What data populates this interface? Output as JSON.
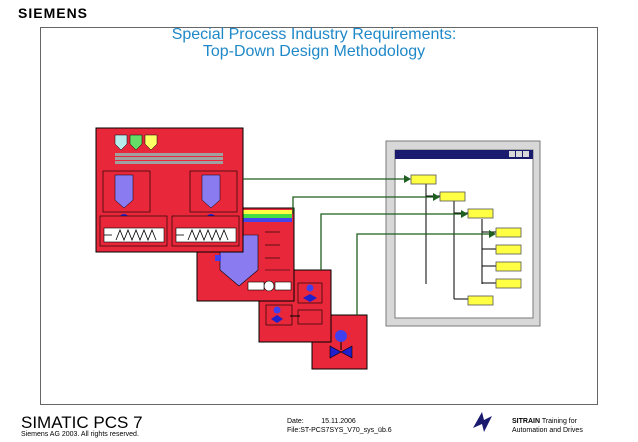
{
  "header": {
    "brand": "SIEMENS",
    "title_line1": "Special Process Industry Requirements:",
    "title_line2": "Top-Down Design Methodology"
  },
  "footer": {
    "product": "SIMATIC PCS 7",
    "copyright": "Siemens AG 2003. All rights reserved.",
    "date_label": "Date:",
    "date_value": "15.11.2006",
    "file_label": "File:",
    "file_value": "ST-PCS7SYS_V70_sys_üb.6",
    "sitrain_brand": "SITRAIN",
    "sitrain_tail": " Training for",
    "sitrain_line2": "Automation and Drives"
  },
  "colors": {
    "title": "#1e88c8",
    "panel_red": "#e8283a",
    "arrow_green": "#1f5f1f",
    "tank_violet": "#8a7cf0",
    "tree_node_yellow": "#ffff44",
    "window_grey": "#d8d8d8",
    "hierarchy_window_bg": "#ffffff"
  },
  "icons": [
    "plant-overview-icon",
    "tank-icon",
    "conveyor-icon",
    "valve-icon",
    "motor-icon",
    "pump-icon",
    "hierarchy-tree-icon",
    "sitrain-logo-icon"
  ]
}
